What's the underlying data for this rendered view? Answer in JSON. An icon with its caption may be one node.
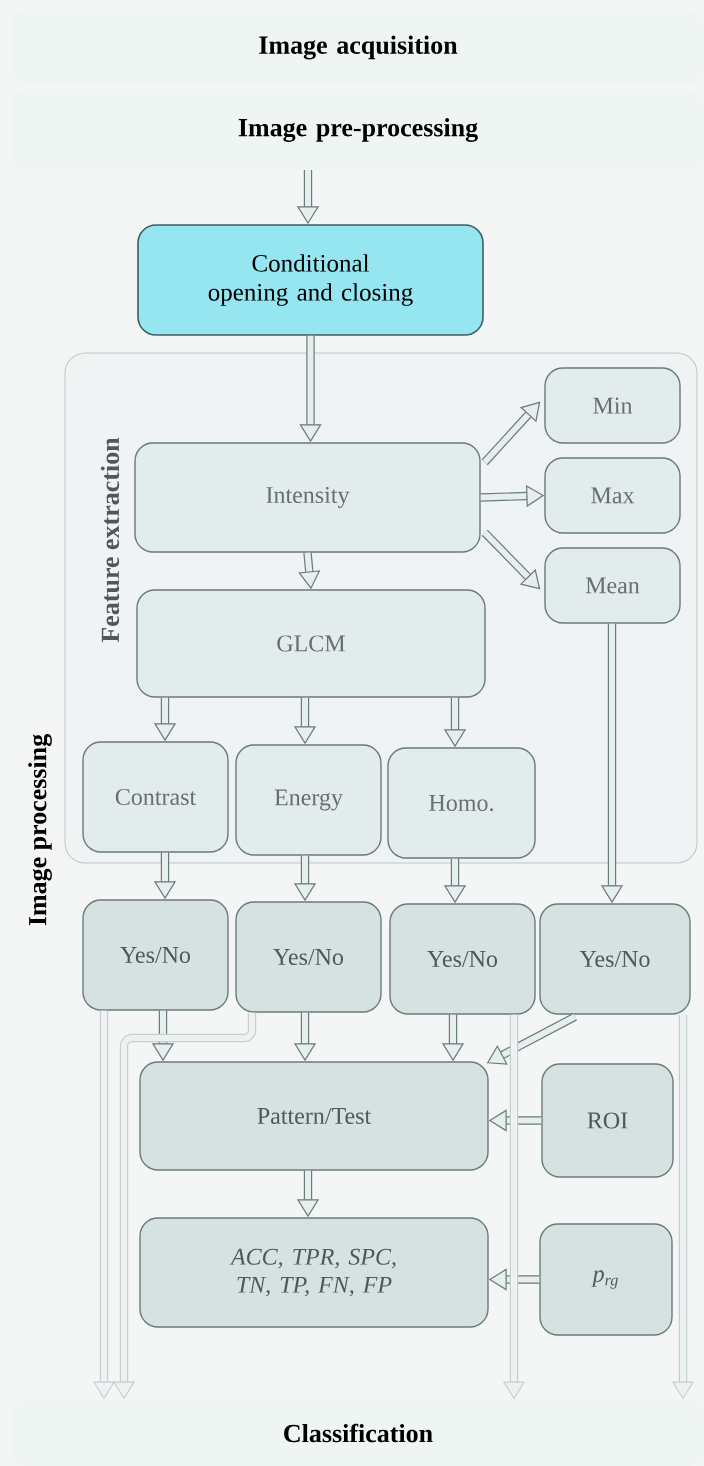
{
  "diagram": {
    "nodes": [
      {
        "text": [
          "Image acquisition"
        ]
      },
      {
        "text": [
          "Image pre-processing"
        ]
      },
      {
        "text": [
          "Conditional opening and closing"
        ]
      },
      {
        "text": [
          "Feature extraction"
        ]
      },
      {
        "text": [
          "Intensity"
        ],
        "in": 3
      },
      {
        "text": [
          "Min"
        ],
        "in": 3
      },
      {
        "text": [
          "Max"
        ],
        "in": 3
      },
      {
        "text": [
          "Mean"
        ],
        "in": 3
      },
      {
        "text": [
          "GLCM"
        ],
        "in": 3
      },
      {
        "text": [
          "Contrast"
        ],
        "in": 3
      },
      {
        "text": [
          "Energy"
        ],
        "in": 3
      },
      {
        "text": [
          "Homo."
        ],
        "in": 3
      },
      {
        "text": [
          "Yes/No"
        ]
      },
      {
        "text": [
          "Yes/No"
        ]
      },
      {
        "text": [
          "Yes/No"
        ]
      },
      {
        "text": [
          "Yes/No"
        ]
      },
      {
        "text": [
          "Pattern/Test"
        ]
      },
      {
        "text": [
          "ROI"
        ]
      },
      {
        "text": [
          "ACC, TPR, SPC, TN, TP, FN, FP"
        ]
      },
      {
        "text": [
          "p$_{rg}$"
        ]
      },
      {
        "text": [
          "Classification"
        ]
      }
    ],
    "edges": [
      {
        "from": 1,
        "to": 2,
        "arrow": "to"
      },
      {
        "from": 2,
        "to": 4,
        "arrow": "to"
      },
      {
        "from": 4,
        "to": 5,
        "arrow": "to"
      },
      {
        "from": 4,
        "to": 6,
        "arrow": "to"
      },
      {
        "from": 4,
        "to": 7,
        "arrow": "to"
      },
      {
        "from": 4,
        "to": 8,
        "arrow": "to"
      },
      {
        "from": 8,
        "to": 9,
        "arrow": "to"
      },
      {
        "from": 8,
        "to": 10,
        "arrow": "to"
      },
      {
        "from": 8,
        "to": 11,
        "arrow": "to"
      },
      {
        "from": 9,
        "to": 12,
        "arrow": "to"
      },
      {
        "from": 10,
        "to": 13,
        "arrow": "to"
      },
      {
        "from": 11,
        "to": 14,
        "arrow": "to"
      },
      {
        "from": 7,
        "to": 15,
        "arrow": "to"
      },
      {
        "from": 12,
        "to": 16,
        "arrow": "to"
      },
      {
        "from": 13,
        "to": 16,
        "arrow": "to"
      },
      {
        "from": 14,
        "to": 16,
        "arrow": "to"
      },
      {
        "from": 15,
        "to": 16,
        "arrow": "to"
      },
      {
        "from": 17,
        "to": 16,
        "arrow": "to"
      },
      {
        "from": 16,
        "to": 18,
        "arrow": "to"
      },
      {
        "from": 19,
        "to": 18,
        "arrow": "to"
      },
      {
        "from": 12,
        "to": 20,
        "arrow": "to",
        "color": "#c4cfcf"
      },
      {
        "from": 13,
        "to": 20,
        "arrow": "to",
        "color": "#c4cfcf"
      },
      {
        "from": 14,
        "to": 20,
        "arrow": "to",
        "color": "#c4cfcf"
      },
      {
        "from": 15,
        "to": 20,
        "arrow": "to",
        "color": "#c4cfcf"
      }
    ],
    "labels": [
      "Image processing"
    ]
  }
}
